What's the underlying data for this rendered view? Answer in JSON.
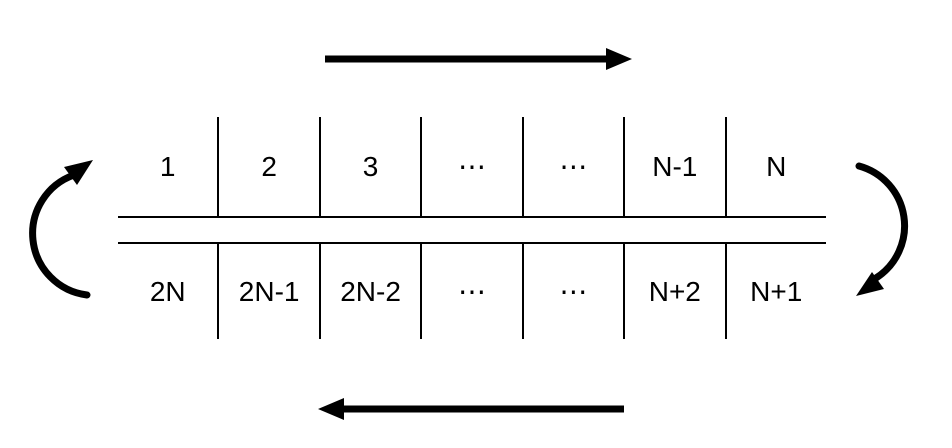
{
  "diagram": {
    "colors": {
      "ink": "#000000",
      "background": "#ffffff"
    },
    "top_row": [
      "1",
      "2",
      "3",
      "⋯",
      "⋯",
      "N-1",
      "N"
    ],
    "bottom_row": [
      "2N",
      "2N-1",
      "2N-2",
      "⋯",
      "⋯",
      "N+2",
      "N+1"
    ],
    "arrows": {
      "top": "rightward-arrow",
      "bottom": "leftward-arrow",
      "left": "wrap-around-up-arrow",
      "right": "wrap-around-down-arrow"
    }
  }
}
